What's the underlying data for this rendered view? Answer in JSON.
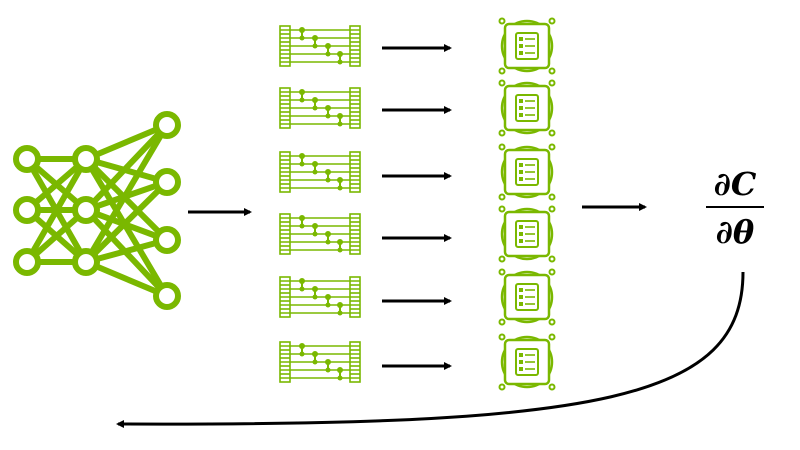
{
  "colors": {
    "accent": "#7ab800",
    "foreground": "#000000",
    "background": "#ffffff"
  },
  "icons": {
    "network": "neural-network-icon",
    "circuit": "quantum-circuit-icon",
    "processor": "quantum-processor-icon"
  },
  "pipeline": {
    "row_count": 6
  },
  "gradient": {
    "numerator": "∂C",
    "denominator": "∂θ"
  }
}
